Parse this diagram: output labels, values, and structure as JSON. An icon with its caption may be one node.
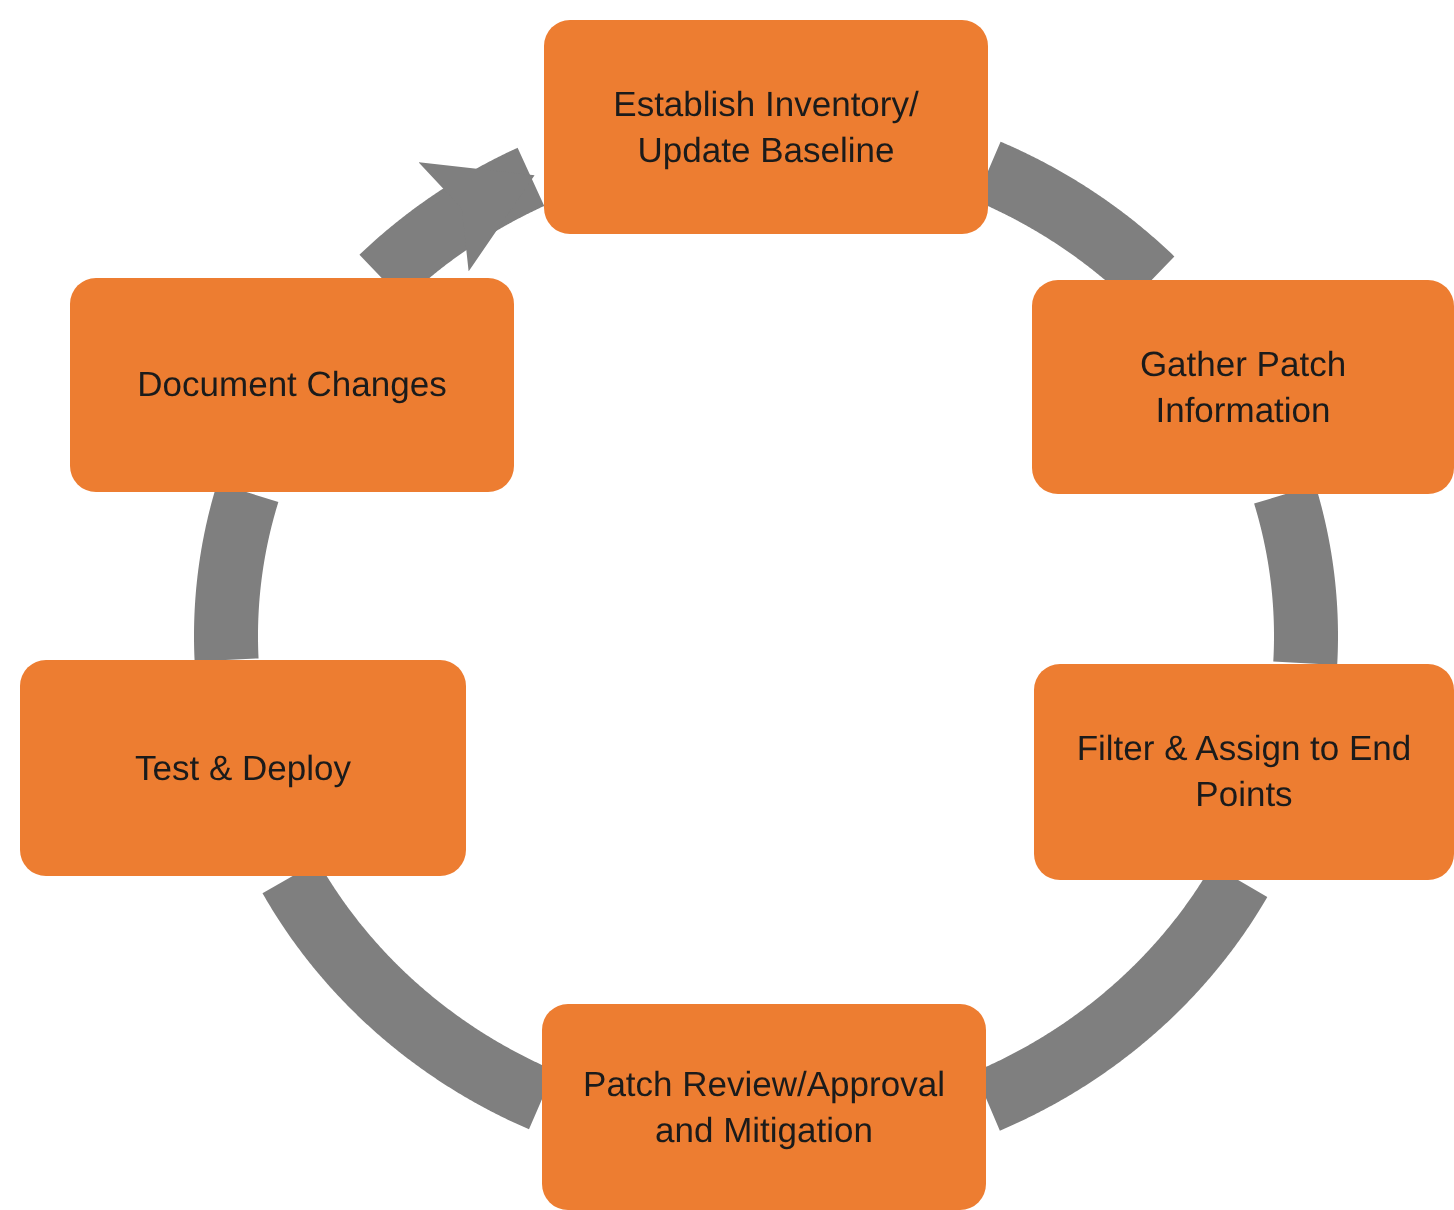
{
  "diagram": {
    "nodes": [
      {
        "text": [
          "Establish Inventory/ Update Baseline"
        ]
      },
      {
        "text": [
          "Gather Patch Information"
        ]
      },
      {
        "text": [
          "Filter & Assign to End Points"
        ]
      },
      {
        "text": [
          "Patch Review/Approval and Mitigation"
        ]
      },
      {
        "text": [
          "Test & Deploy"
        ]
      },
      {
        "text": [
          "Document Changes"
        ]
      }
    ],
    "edges": [
      {
        "from": 0,
        "to": 1,
        "arrow": "none"
      },
      {
        "from": 1,
        "to": 2,
        "arrow": "none"
      },
      {
        "from": 2,
        "to": 3,
        "arrow": "none"
      },
      {
        "from": 3,
        "to": 4,
        "arrow": "none"
      },
      {
        "from": 4,
        "to": 5,
        "arrow": "none"
      },
      {
        "from": 5,
        "to": 0,
        "arrow": "to"
      }
    ]
  }
}
